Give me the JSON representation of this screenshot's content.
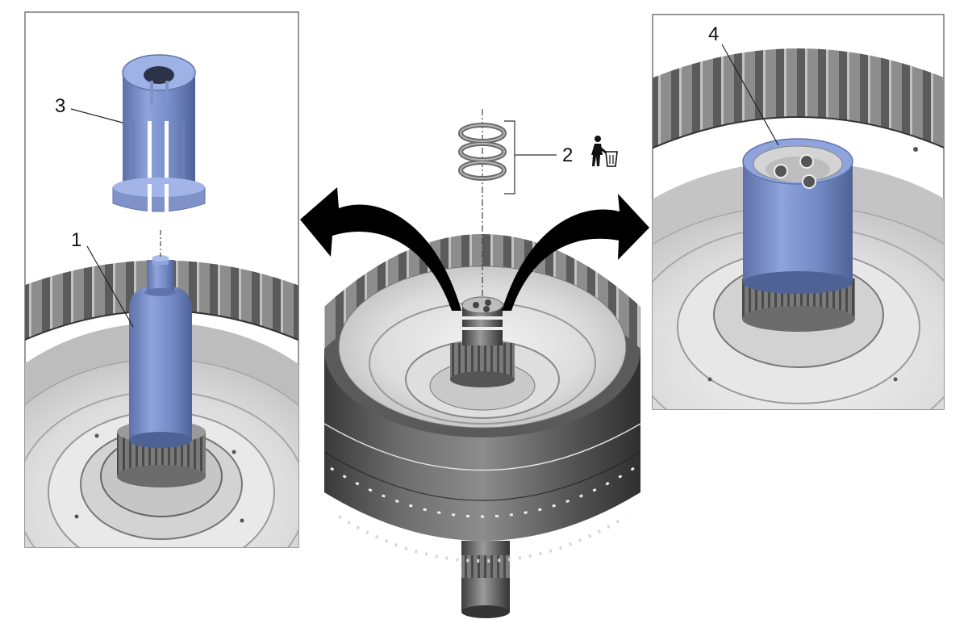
{
  "callouts": {
    "part_1": "1",
    "part_2": "2",
    "part_3": "3",
    "part_4": "4"
  },
  "icons": {
    "discard": "trash-bin-person-icon"
  },
  "colors": {
    "tool_blue": "#7f93c9",
    "tool_blue_dark": "#5f74ad",
    "metal_dark": "#4d4d4d",
    "metal_mid": "#8a8a8a",
    "metal_light": "#d6d6d6",
    "arrow": "#000000"
  }
}
